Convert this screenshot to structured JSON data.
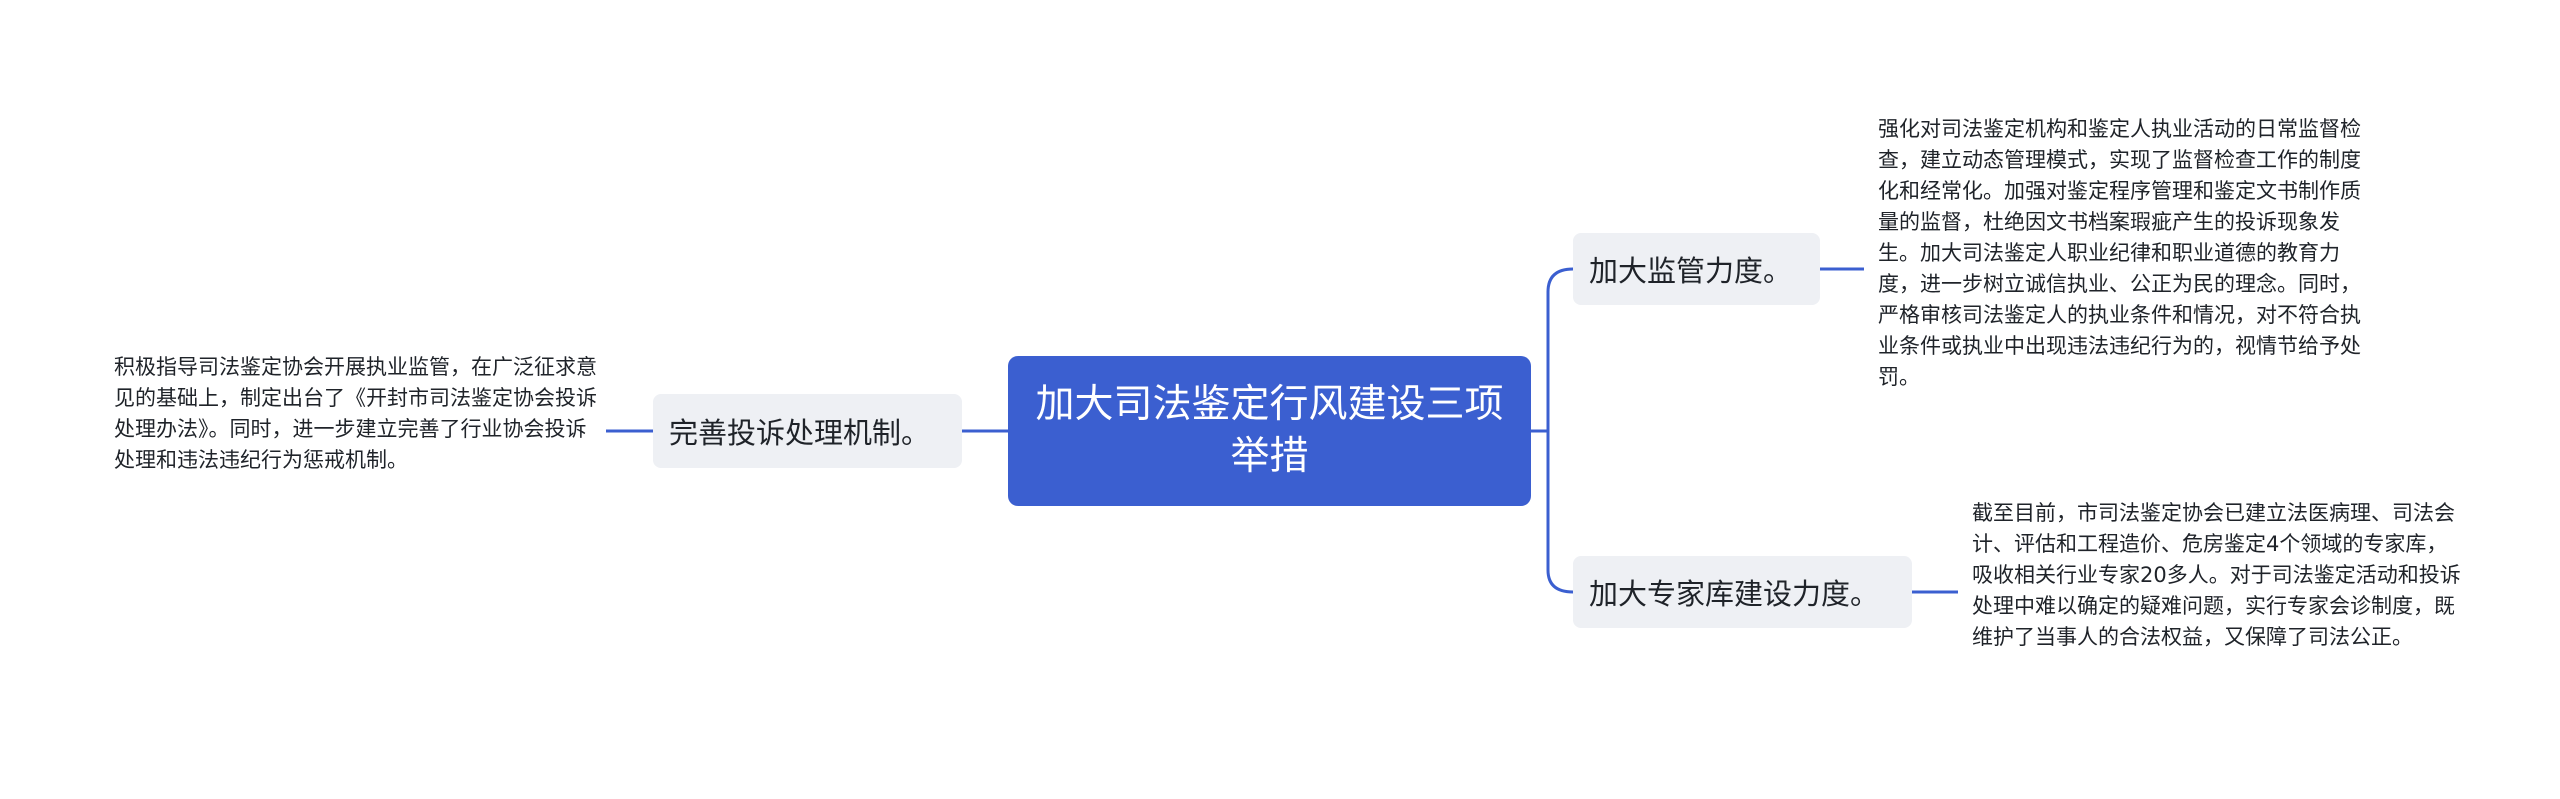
{
  "root": {
    "title": "加大司法鉴定行风建设三项举措"
  },
  "branches": [
    {
      "label": "完善投诉处理机制。",
      "detail": "积极指导司法鉴定协会开展执业监管，在广泛征求意见的基础上，制定出台了《开封市司法鉴定协会投诉处理办法》。同时，进一步建立完善了行业协会投诉处理和违法违纪行为惩戒机制。"
    },
    {
      "label": "加大监管力度。",
      "detail": "强化对司法鉴定机构和鉴定人执业活动的日常监督检查，建立动态管理模式，实现了监督检查工作的制度化和经常化。加强对鉴定程序管理和鉴定文书制作质量的监督，杜绝因文书档案瑕疵产生的投诉现象发生。加大司法鉴定人职业纪律和职业道德的教育力度，进一步树立诚信执业、公正为民的理念。同时，严格审核司法鉴定人的执业条件和情况，对不符合执业条件或执业中出现违法违纪行为的，视情节给予处罚。"
    },
    {
      "label": "加大专家库建设力度。",
      "detail": "截至目前，市司法鉴定协会已建立法医病理、司法会计、评估和工程造价、危房鉴定4个领域的专家库，吸收相关行业专家20多人。对于司法鉴定活动和投诉处理中难以确定的疑难问题，实行专家会诊制度，既维护了当事人的合法权益，又保障了司法公正。"
    }
  ],
  "colors": {
    "root_fill": "#3b5fd0",
    "branch_fill": "#eef0f4",
    "connector": "#3b5fd0",
    "text": "#1f2329"
  }
}
